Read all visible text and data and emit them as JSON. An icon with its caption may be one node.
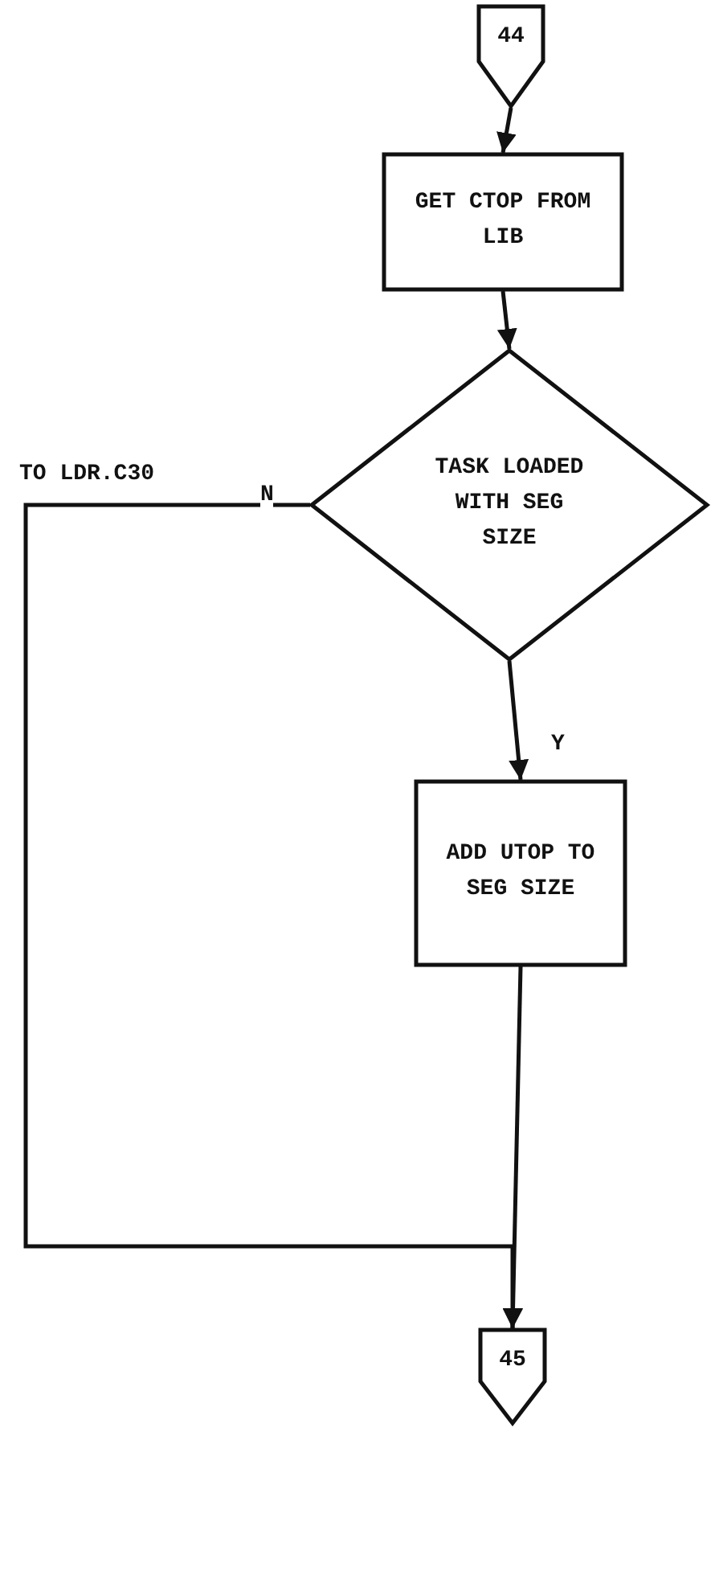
{
  "diagram": {
    "nodes": [
      {
        "text": [
          "44"
        ]
      },
      {
        "text": [
          "GET CTOP FROM LIB"
        ]
      },
      {
        "text": [
          "TASK LOADED WITH SEG SIZE"
        ]
      },
      {
        "text": [
          "ADD UTOP TO SEG SIZE"
        ]
      },
      {
        "text": [
          "45"
        ]
      }
    ],
    "edges": [
      {
        "from": 0,
        "to": 1,
        "arrow": "to"
      },
      {
        "from": 1,
        "to": 2,
        "arrow": "to"
      },
      {
        "from": 2,
        "to": 3,
        "arrow": "to",
        "label": "Y"
      },
      {
        "from": 2,
        "to": 4,
        "arrow": "to",
        "label": "N"
      },
      {
        "from": 3,
        "to": 4,
        "arrow": "to"
      }
    ],
    "labels": [
      "TO LDR.C30"
    ]
  }
}
